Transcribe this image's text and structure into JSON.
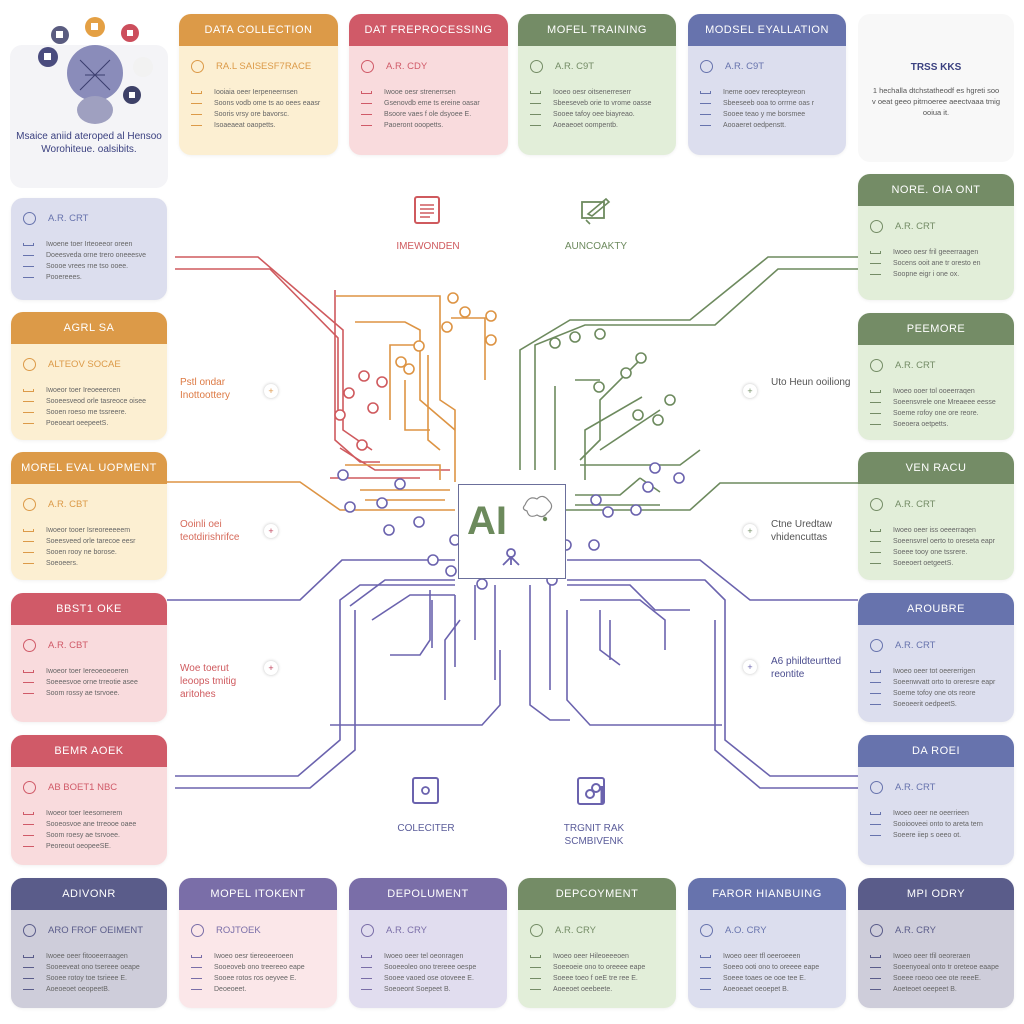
{
  "intro": {
    "text": "Msaice aniid ateroped al Hensoo Worohiteue. oalsibits."
  },
  "note": {
    "title": "TRSS KKS",
    "text": "1 hechalla dtchstatheodf es hgreti soo v oeat geeo pitrnoeree aeectvaaa tmig ooiua it."
  },
  "center": {
    "label": "AI"
  },
  "icon_labels": {
    "top_left": "IMEWONDEN",
    "top_right": "AUNCOAKTY",
    "bottom_left": "COLECITER",
    "bottom_right": "TRGNIT RAK SCMBIVENK"
  },
  "side_labels": {
    "left": [
      "Pstl ondar Inottoottery",
      "Ooinli oei teotdirishrifce",
      "Woe toerut leoops tmitig aritohes"
    ],
    "right": [
      "Uto Heun ooiliong",
      "Ctne Uredtaw vhidencuttas",
      "A6 phildteurtted reontite"
    ]
  },
  "colors": {
    "orange": "#dc9a48",
    "orange_bg": "#fcefd2",
    "red": "#d05a68",
    "red_bg": "#f9dbdd",
    "green": "#748c66",
    "green_bg": "#e2eed9",
    "blue": "#6773ad",
    "blue_bg": "#dcdfef",
    "navy": "#5a5c8a",
    "navy_bg": "#cecdda",
    "purple": "#7a6ea8",
    "purple_bg": "#e1ddef",
    "pink_bg": "#fbe7e9",
    "lavender_bg": "#dcdeee"
  },
  "cards": [
    {
      "id": "data-collection",
      "title": "DATA COLLECTION",
      "subtitle": "RA.L SAISESF7RACE",
      "theme": "orange",
      "bg": "orange_bg",
      "lines": [
        "Iooiaia oeer Ierpeneernsen",
        "Soons vodb ome ts ao oees eaasr",
        "Sooris vrsy ore bavorsc.",
        "Isoaeaeat oaopetts."
      ]
    },
    {
      "id": "data-preprocessing",
      "title": "DAT FREPROCESSING",
      "subtitle": "A.R. CDY",
      "theme": "red",
      "bg": "red_bg",
      "lines": [
        "Iwooe oesr strenerrsen",
        "Gsenovdb eme ts ereine oasar",
        "Bsoore vaes f ole dsyoee E.",
        "Paoeront ooopetts."
      ]
    },
    {
      "id": "model-training",
      "title": "MOFEL TRAINING",
      "subtitle": "A.R. C9T",
      "theme": "green",
      "bg": "green_bg",
      "lines": [
        "Iooeo oesr oitsenerreserr",
        "Sbeeseveb orie to vrome oasse",
        "Sooee tafoy oee biayreao.",
        "Aoeaeoet oompentb."
      ]
    },
    {
      "id": "model-evaluation",
      "title": "MODSEL EYALLATION",
      "subtitle": "A.R. C9T",
      "theme": "blue",
      "bg": "lavender_bg",
      "lines": [
        "Ineme ooev rereopteyreon",
        "Sbeeseeb ooa to orrrne oas r",
        "Sooee teao y me borsmee",
        "Aooaeret oedpenstt."
      ]
    },
    {
      "id": "left-1",
      "title": "",
      "subtitle": "A.R. CRT",
      "theme": "blue",
      "bg": "lavender_bg",
      "lines": [
        "Iwoene toer Irteoeeor oreen",
        "Doeesveda orne trero oneeesve",
        "Soooe vrees rne tso ooee.",
        "Pooereees."
      ]
    },
    {
      "id": "left-2",
      "title": "AGRL SA",
      "subtitle": "ALTEOV SOCAE",
      "theme": "orange",
      "bg": "orange_bg",
      "lines": [
        "Iwoeor toer Ireoeeercen",
        "Sooeesveod orle tasreoce oisee",
        "Sooen roeso me tssreere.",
        "Poeoeart oeepeetS."
      ]
    },
    {
      "id": "left-3",
      "title": "MOREL EVAL UOPMENT",
      "subtitle": "A.R. CBT",
      "theme": "orange",
      "bg": "orange_bg",
      "lines": [
        "Iwoeor tooer Isreoreeeeem",
        "Soeesveed orle tarecoe eesr",
        "Sooen rooy ne borose.",
        "Soeoeers."
      ]
    },
    {
      "id": "left-4",
      "title": "BBST1 OKE",
      "subtitle": "A.R. CBT",
      "theme": "red",
      "bg": "red_bg",
      "lines": [
        "Iwoeor toer Iereoeoeoeren",
        "Soeeesvoe orne trreotie asee",
        "Soom rossy ae tsrvoee."
      ]
    },
    {
      "id": "left-5",
      "title": "BEMR AOEK",
      "subtitle": "AB BOET1 NBC",
      "theme": "red",
      "bg": "red_bg",
      "lines": [
        "Iwoeor toer Ieesornerem",
        "Sooeosvoe ane trreooe oaee",
        "Soom roesy ae tsrvoee.",
        "Peoreout oeopeeSE."
      ]
    },
    {
      "id": "right-1",
      "title": "NORE. OIA ONT",
      "subtitle": "A.R. CRT",
      "theme": "green",
      "bg": "green_bg",
      "lines": [
        "Iwoeo oesr fril geeerraagen",
        "Socens ooit ane tr oresto en",
        "Soopne eigr i one ox."
      ]
    },
    {
      "id": "right-2",
      "title": "PEEMORE",
      "subtitle": "A.R. CRT",
      "theme": "green",
      "bg": "green_bg",
      "lines": [
        "Iwoeo ooer tol ooeerraqen",
        "Soeensvrele one Mreaeee eesse",
        "Soeme rofoy one ore reore.",
        "Soeoera oetpetts."
      ]
    },
    {
      "id": "right-3",
      "title": "VEN RACU",
      "subtitle": "A.R. CRT",
      "theme": "green",
      "bg": "green_bg",
      "lines": [
        "Iwoeo oeer iss oeeerraqen",
        "Soeensvrel oerto to oreseta eapr",
        "Soeee tooy one tssrere.",
        "Soeeoert oetgeetS."
      ]
    },
    {
      "id": "right-4",
      "title": "AROUBRE",
      "subtitle": "A.R. CRT",
      "theme": "blue",
      "bg": "lavender_bg",
      "lines": [
        "Iwoeo oeer tot oeererrigen",
        "Soeenwvatt orto to oreresre eapr",
        "Soeme tofoy one ots reore",
        "Soeoeerit oedpeetS."
      ]
    },
    {
      "id": "right-5",
      "title": "DA ROEI",
      "subtitle": "A.R. CRT",
      "theme": "blue",
      "bg": "lavender_bg",
      "lines": [
        "Iwoeo oeer ne oeerrieen",
        "Sooiooveei onto to areta tern",
        "Soeere iiep s oeeo ot."
      ]
    },
    {
      "id": "bottom-1",
      "title": "ADIVONR",
      "subtitle": "ARO FROF OEIMENT",
      "theme": "navy",
      "bg": "navy_bg",
      "lines": [
        "Iwoee oeer fitooeerraagen",
        "Sooeeveat ono tsereee oeape",
        "Sooee rotoy toe tsrieee E.",
        "Aoeoeoet oeopeetB."
      ]
    },
    {
      "id": "bottom-2",
      "title": "MOPEL ITOKENT",
      "subtitle": "ROJTOEK",
      "theme": "purple",
      "bg": "pink_bg",
      "lines": [
        "Iwoeo oesr tiereoeeroeen",
        "Sooeoveb ono treereeo eape",
        "Sooee rotos ros oeyvee E.",
        "Deoeoeet."
      ]
    },
    {
      "id": "bottom-3",
      "title": "DEPOLUMENT",
      "subtitle": "A.R. CRY",
      "theme": "purple",
      "bg": "purple_bg",
      "lines": [
        "Iwoeo oeer tel oeonragen",
        "Sooeeoleo ono trereee oespe",
        "Sooee vaoed ose otoveee E.",
        "Soeoeont Soepeet B."
      ]
    },
    {
      "id": "bottom-4",
      "title": "DEPCOYMENT",
      "subtitle": "A.R. CRY",
      "theme": "green",
      "bg": "green_bg",
      "lines": [
        "Iwoeo oeer Hileoeeeoen",
        "Soeeoeie ono to oreeee eape",
        "Soeee toeo f oeE tre ree E.",
        "Aoeeoet oeebeete."
      ]
    },
    {
      "id": "bottom-5",
      "title": "FAROR HIANBUING",
      "subtitle": "A.O. CRY",
      "theme": "blue",
      "bg": "lavender_bg",
      "lines": [
        "Iwoeo oeer tfl oeeroeeen",
        "Soeeo ooti ono to oreeee eape",
        "Soeee toaes oe ooe tee E.",
        "Aoeoeaet oeoepet B."
      ]
    },
    {
      "id": "bottom-6",
      "title": "MPI ODRY",
      "subtitle": "A.R. CRY",
      "theme": "navy",
      "bg": "navy_bg",
      "lines": [
        "Iwoeo oeer tfil oeoreraen",
        "Soeenyoeal onto tr oreteoe eaape",
        "Soeee roeoo oee ote reeeE.",
        "Aoeteoet oeepeet B."
      ]
    }
  ]
}
